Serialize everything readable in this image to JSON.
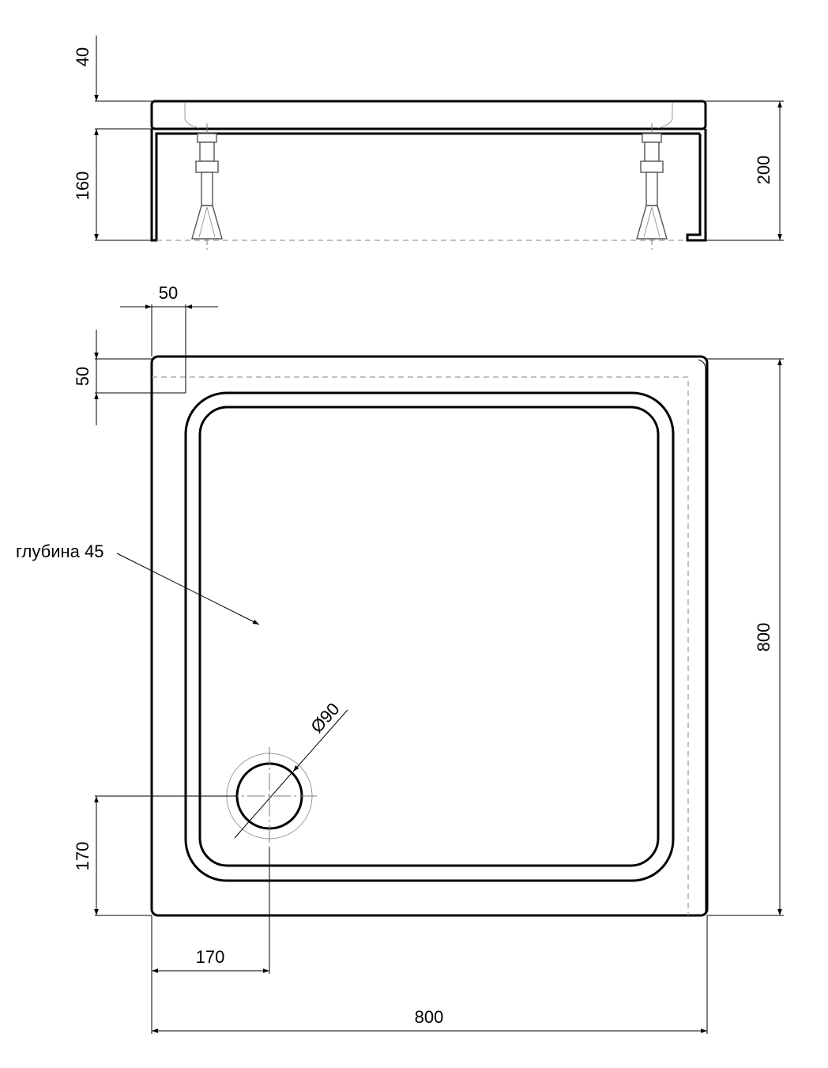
{
  "dimensions": {
    "side_top_lip": "40",
    "side_leg_height": "160",
    "side_total_height": "200",
    "plan_rim_horizontal": "50",
    "plan_rim_vertical": "50",
    "depth_note": "глубина 45",
    "drain_diameter": "Ø90",
    "drain_offset_vertical": "170",
    "drain_offset_horizontal": "170",
    "width": "800",
    "length": "800"
  }
}
